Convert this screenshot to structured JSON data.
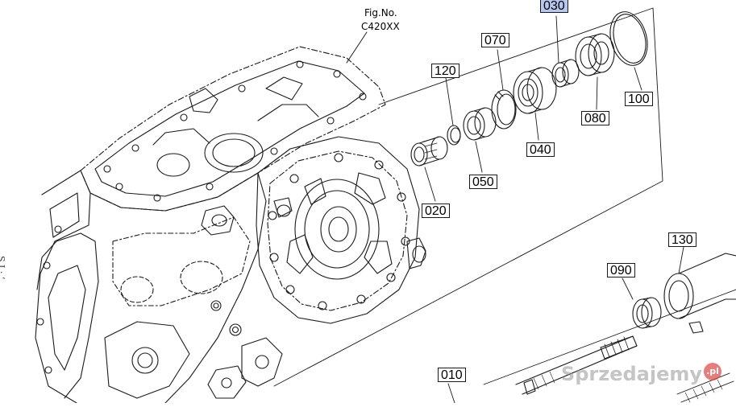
{
  "figure": {
    "fig_label": "Fig.No.",
    "fig_code": "C420XX",
    "side_text": "S I · ʻ ..."
  },
  "parts": [
    {
      "id": "p030",
      "label": "030",
      "highlight": true
    },
    {
      "id": "p070",
      "label": "070",
      "highlight": false
    },
    {
      "id": "p120",
      "label": "120",
      "highlight": false
    },
    {
      "id": "p100",
      "label": "100",
      "highlight": false
    },
    {
      "id": "p080",
      "label": "080",
      "highlight": false
    },
    {
      "id": "p040",
      "label": "040",
      "highlight": false
    },
    {
      "id": "p050",
      "label": "050",
      "highlight": false
    },
    {
      "id": "p020",
      "label": "020",
      "highlight": false
    },
    {
      "id": "p130",
      "label": "130",
      "highlight": false
    },
    {
      "id": "p090",
      "label": "090",
      "highlight": false
    },
    {
      "id": "p010",
      "label": "010",
      "highlight": false
    }
  ],
  "watermark": {
    "text": "Sprzedajemy",
    "badge": ".pl"
  },
  "colors": {
    "line": "#1a1a1a",
    "highlight": "#b8c7ee"
  }
}
